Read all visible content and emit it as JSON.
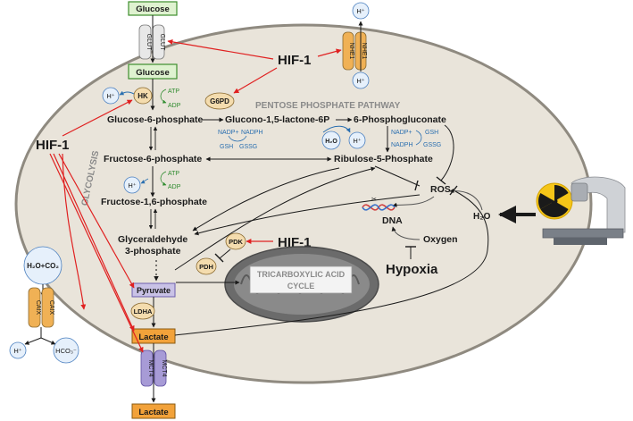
{
  "external": {
    "glucose_top": "Glucose",
    "lactate_bottom": "Lactate",
    "h_plus_top": "H⁺",
    "h2o": "H₂O"
  },
  "transporters": {
    "glut": "GLUT",
    "nhe1": "NHE1",
    "caix": "CAIX",
    "mct4": "MCT4"
  },
  "ions": {
    "h_plus": "H⁺",
    "hco3": "HCO₃⁻",
    "h2o_co2": "H₂O+CO₂",
    "h2o": "H₂O"
  },
  "regulators": {
    "hif1": "HIF-1",
    "hypoxia": "Hypoxia"
  },
  "enzymes": {
    "hk": "HK",
    "g6pd": "G6PD",
    "pdk": "PDK",
    "pdh": "PDH",
    "ldha": "LDHA"
  },
  "pathways": {
    "ppp": "PENTOSE PHOSPHATE PATHWAY",
    "glycolysis": "GLYCOLYSIS",
    "tca_line1": "TRICARBOXYLIC ACID",
    "tca_line2": "CYCLE"
  },
  "metabolites": {
    "glucose": "Glucose",
    "g6p": "Glucose-6-phosphate",
    "glucono": "Glucono-1,5-lactone-6P",
    "pg6": "6-Phosphogluconate",
    "f6p": "Fructose-6-phosphate",
    "ribulose": "Ribulose-5-Phosphate",
    "f16bp": "Fructose-1,6-phosphate",
    "ga3p_line1": "Glyceraldehyde",
    "ga3p_line2": "3-phosphate",
    "pyruvate": "Pyruvate",
    "lactate": "Lactate",
    "ros": "ROS",
    "dna": "DNA",
    "oxygen": "Oxygen"
  },
  "cofactors": {
    "atp": "ATP",
    "adp": "ADP",
    "nadp_plus": "NADP+",
    "nadph": "NADPH",
    "gsh": "GSH",
    "gssg": "GSSG",
    "nadp_plus2": "NADP+",
    "nadph2": "NADPH",
    "gsh2": "GSH",
    "gssg2": "GSSG"
  },
  "icons": {
    "radiation": "radiation-trefoil-icon",
    "machine": "radiotherapy-linac-icon",
    "mitochondrion": "mitochondrion-icon",
    "dna": "dna-helix-icon"
  },
  "colors": {
    "cell_fill": "#e9e4da",
    "cell_stroke": "#8f8a80",
    "green_box": "#dff2d0",
    "green_stroke": "#3e8e2d",
    "orange_box": "#f2a23a",
    "purple_box": "#c9c2e6",
    "enzyme": "#f4dcae",
    "h_circle": "#e6f0fb",
    "red_arrow": "#e02020",
    "transporter_orange": "#f0b155",
    "transporter_purple": "#a79bd6",
    "transporter_gray": "#e8e8e8"
  }
}
